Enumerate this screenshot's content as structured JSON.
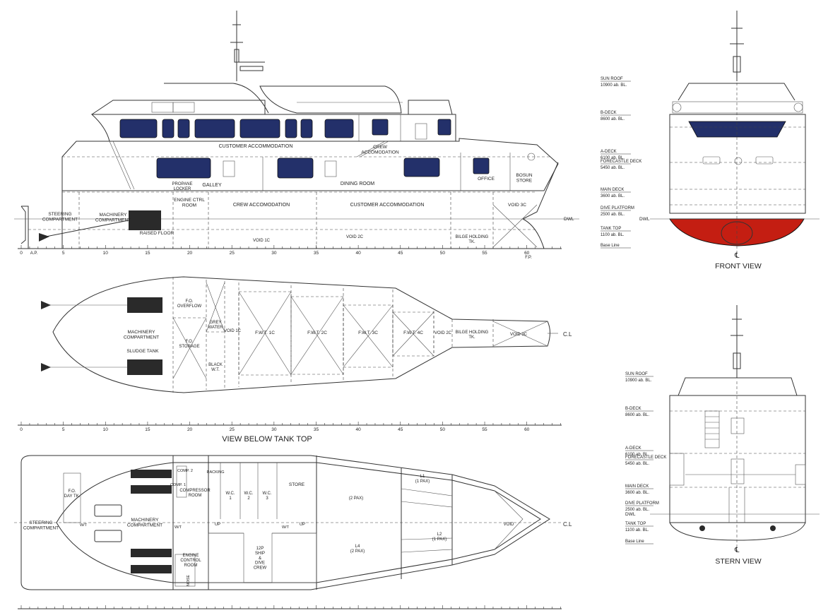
{
  "profile": {
    "labels": {
      "customer_accommodation_upper": "CUSTOMER ACCOMMODATION",
      "crew_accommodation_upper": "CREW\nACCOMODATION",
      "propane_locker": "PROPANE\nLOCKER",
      "galley": "GALLEY",
      "dining_room": "DINING ROOM",
      "office": "OFFICE",
      "bosun_store": "BOSUN\nSTORE",
      "steering_compartment": "STEERING\nCOMPARTMENT",
      "machinery_compartment": "MACHINERY\nCOMPARTMENT",
      "engine_ctrl_room": "ENGINE CTRL\nROOM",
      "crew_accommodation_lower": "CREW ACCOMODATION",
      "customer_accommodation_lower": "CUSTOMER ACCOMMODATION",
      "void_3c": "VOID 3C",
      "raised_floor": "RAISED FLOOR",
      "void_1c": "VOID 1C",
      "void_2c": "VOID 2C",
      "bilge_holding_tk": "BILGE HOLDING\nTK.",
      "dwl": "DWL"
    },
    "scale": {
      "ticks": [
        "0",
        "5",
        "10",
        "15",
        "20",
        "25",
        "30",
        "35",
        "40",
        "45",
        "50",
        "55",
        "60"
      ],
      "ap": "A.P.",
      "fp": "F.P."
    }
  },
  "tank_top": {
    "title": "VIEW BELOW TANK TOP",
    "labels": {
      "fo_overflow": "F.O.\nOVERFLOW",
      "grey_water": "GREY\nWATER",
      "void_1c": "VOID 1C",
      "fwt_1c": "F.W.T. 1C",
      "fwt_2c": "F.W.T. 2C",
      "fwt_3c": "F.W.T. 3C",
      "fwt_4c": "F.W.T. 4C",
      "void_2c": "VOID 2C",
      "bilge_holding_tk": "BILGE HOLDING\nTK.",
      "void_3c": "VOID 3C",
      "cl": "C.L",
      "machinery_compartment": "MACHINERY\nCOMPARTMENT",
      "sludge_tank": "SLUDGE TANK",
      "fo_storage": "F.O.\nSTORAGE",
      "black_wt": "BLACK\nW.T."
    }
  },
  "main_deck": {
    "labels": {
      "steering_compartment": "STEERING\nCOMPARTMENT",
      "fo_day_tk": "F.O.\nDAY TK.",
      "machinery_compartment": "MACHINERY\nCOMPARTMENT",
      "comp_1": "COMP. 1",
      "comp_2": "COMP. 2",
      "compressor_room": "COMPRESSOR\nROOM",
      "racking": "RACKING",
      "wc_1": "W.C.\n1",
      "wc_2": "W.C.\n2",
      "wc_3": "W.C.\n3",
      "store": "STORE",
      "up_1": "UP",
      "up_2": "UP",
      "wt_1": "W/T",
      "wt_2": "W/T",
      "wt_3": "W/T",
      "engine_control_room": "ENGINE\nCONTROL\nROOM",
      "ship_dive_crew": "12P\nSHIP\n&\nDIVE\nCREW",
      "l1": "L1\n(1 PAX)",
      "l2": "L2\n(1 PAX)",
      "l3": "(2 PAX)",
      "l4": "L4\n(2 PAX)",
      "void": "VOID",
      "cl": "C.L",
      "bhd_note": "NOISE"
    }
  },
  "front_view": {
    "title": "FRONT VIEW",
    "levels": [
      {
        "name": "SUN ROOF",
        "value": "10900 ab. BL."
      },
      {
        "name": "B-DECK",
        "value": "8600 ab. BL."
      },
      {
        "name": "A-DECK",
        "value": "6100 ab. BL."
      },
      {
        "name": "FORECASTLE DECK",
        "value": "5450 ab. BL."
      },
      {
        "name": "MAIN DECK",
        "value": "3600 ab. BL."
      },
      {
        "name": "DIVE PLATFORM",
        "value": "2500 ab. BL."
      },
      {
        "name": "TANK TOP",
        "value": "1100 ab. BL."
      },
      {
        "name": "Base Line",
        "value": ""
      }
    ],
    "dwl": "DWL",
    "cl": "℄",
    "hull_color": "#c41e12"
  },
  "stern_view": {
    "title": "STERN VIEW",
    "levels": [
      {
        "name": "SUN ROOF",
        "value": "10900 ab. BL."
      },
      {
        "name": "B-DECK",
        "value": "8600 ab. BL."
      },
      {
        "name": "A-DECK",
        "value": "6100 ab. BL."
      },
      {
        "name": "FORECASTLE DECK",
        "value": "5450 ab. BL."
      },
      {
        "name": "MAIN DECK",
        "value": "3600 ab. BL."
      },
      {
        "name": "DIVE PLATFORM",
        "value": "2500 ab. BL."
      },
      {
        "name": "TANK TOP",
        "value": "1100 ab. BL."
      },
      {
        "name": "Base Line",
        "value": ""
      }
    ],
    "dwl": "DWL",
    "cl": "℄"
  },
  "colors": {
    "window_fill": "#23306a",
    "line": "#333333"
  }
}
